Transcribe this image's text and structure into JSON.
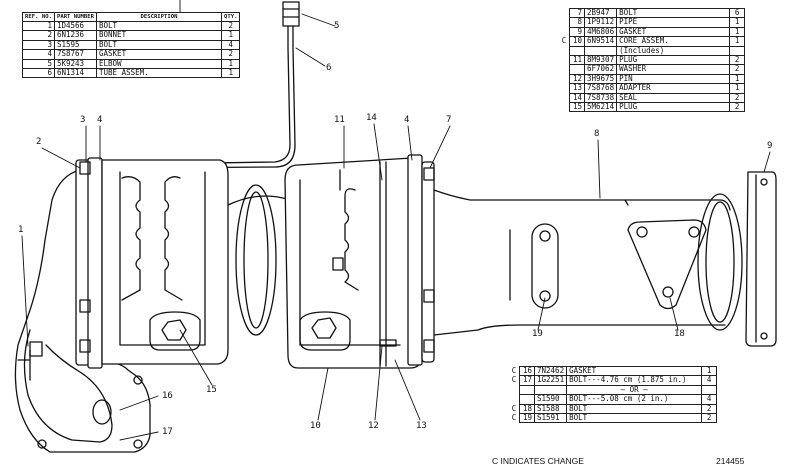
{
  "table_top_left": {
    "headers": {
      "ref_no": "REF. NO.",
      "part_number": "PART NUMBER",
      "description": "DESCRIPTION",
      "qty": "QTY."
    },
    "rows": [
      {
        "ref": "1",
        "part": "1D4566",
        "desc": "BOLT",
        "qty": "2"
      },
      {
        "ref": "2",
        "part": "6N1236",
        "desc": "BONNET",
        "qty": "1"
      },
      {
        "ref": "3",
        "part": "S1595",
        "desc": "BOLT",
        "qty": "4"
      },
      {
        "ref": "4",
        "part": "7S8767",
        "desc": "GASKET",
        "qty": "2"
      },
      {
        "ref": "5",
        "part": "5K9243",
        "desc": "ELBOW",
        "qty": "1"
      },
      {
        "ref": "6",
        "part": "6N1314",
        "desc": "TUBE ASSEM.",
        "qty": "1"
      }
    ]
  },
  "table_top_right": {
    "rows": [
      {
        "mark": "",
        "ref": "7",
        "part": "2B947",
        "desc": "BOLT",
        "qty": "6"
      },
      {
        "mark": "",
        "ref": "8",
        "part": "1P9112",
        "desc": "PIPE",
        "qty": "1"
      },
      {
        "mark": "",
        "ref": "9",
        "part": "4M6806",
        "desc": "GASKET",
        "qty": "1"
      },
      {
        "mark": "C",
        "ref": "10",
        "part": "6N9514",
        "desc": "CORE ASSEM.",
        "qty": "1"
      },
      {
        "mark": "",
        "ref": "",
        "part": "",
        "desc": "(Includes)",
        "qty": ""
      },
      {
        "mark": "",
        "ref": "11",
        "part": "8M9307",
        "desc": "PLUG",
        "qty": "2"
      },
      {
        "mark": "",
        "ref": "",
        "part": "6F7062",
        "desc": "WASHER",
        "qty": "2"
      },
      {
        "mark": "",
        "ref": "12",
        "part": "3H9675",
        "desc": "PIN",
        "qty": "1"
      },
      {
        "mark": "",
        "ref": "13",
        "part": "7S8768",
        "desc": "ADAPTER",
        "qty": "1"
      },
      {
        "mark": "",
        "ref": "14",
        "part": "7S8738",
        "desc": "SEAL",
        "qty": "2"
      },
      {
        "mark": "",
        "ref": "15",
        "part": "5M6214",
        "desc": "PLUG",
        "qty": "2"
      }
    ]
  },
  "table_bottom_right": {
    "rows": [
      {
        "mark": "C",
        "ref": "16",
        "part": "7N2462",
        "desc": "GASKET",
        "qty": "1"
      },
      {
        "mark": "C",
        "ref": "17",
        "part": "1G2251",
        "desc": "BOLT---4.76 cm (1.875 in.)",
        "qty": "4"
      },
      {
        "mark": "",
        "ref": "",
        "part": "",
        "desc": "— OR —",
        "qty": ""
      },
      {
        "mark": "",
        "ref": "",
        "part": "S1590",
        "desc": "BOLT---5.08 cm (2 in.)",
        "qty": "4"
      },
      {
        "mark": "C",
        "ref": "18",
        "part": "S1588",
        "desc": "BOLT",
        "qty": "2"
      },
      {
        "mark": "C",
        "ref": "19",
        "part": "S1591",
        "desc": "BOLT",
        "qty": "2"
      }
    ]
  },
  "callouts": [
    "1",
    "2",
    "3",
    "4",
    "5",
    "6",
    "11",
    "14",
    "4",
    "7",
    "8",
    "9",
    "15",
    "10",
    "12",
    "13",
    "19",
    "18",
    "16",
    "17"
  ],
  "change_note": "C INDICATES CHANGE",
  "figure_number": "214455"
}
